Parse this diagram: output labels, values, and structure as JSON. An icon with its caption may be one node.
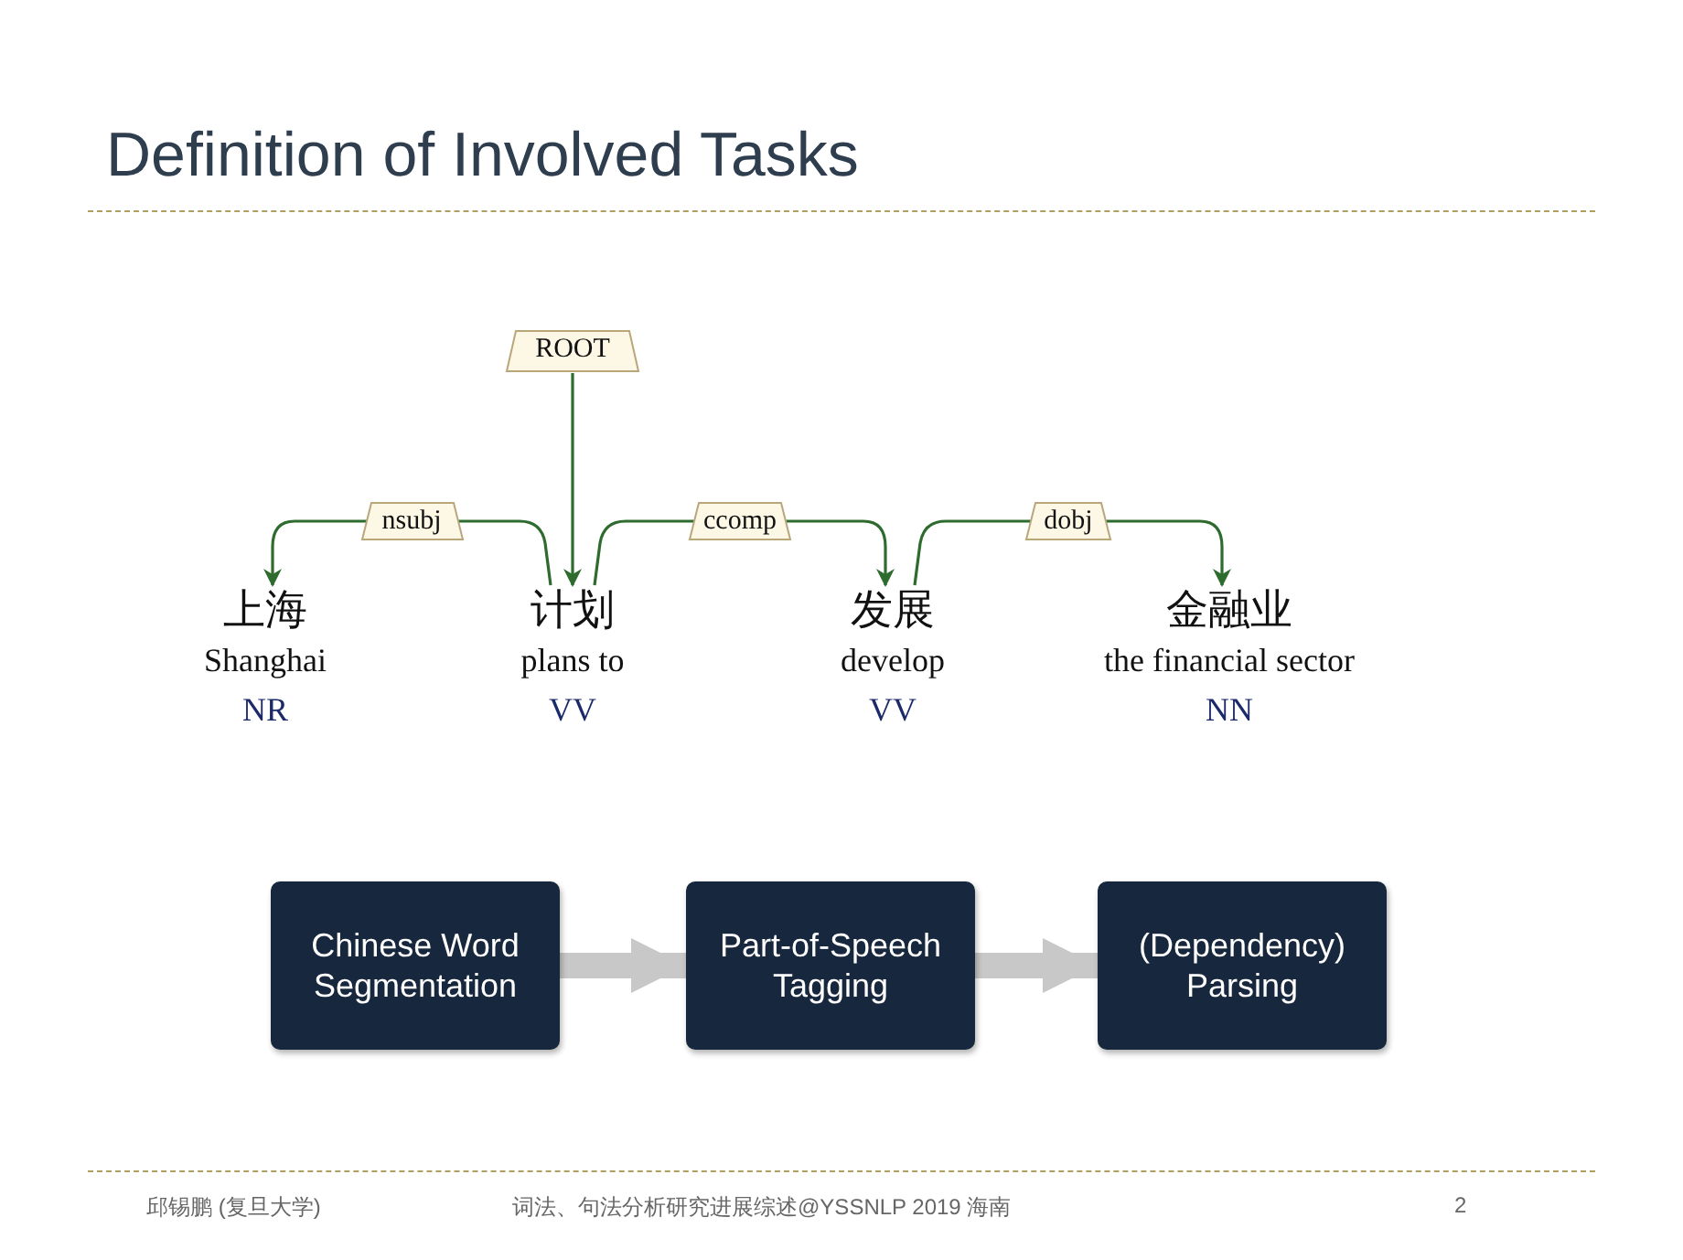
{
  "diagram": {
    "title": "Definition of Involved Tasks",
    "nodes": [
      {
        "text": [
          "ROOT"
        ]
      },
      {
        "text": [
          "上海",
          "Shanghai",
          "NR"
        ]
      },
      {
        "text": [
          "计划",
          "plans to",
          "VV"
        ]
      },
      {
        "text": [
          "发展",
          "develop",
          "VV"
        ]
      },
      {
        "text": [
          "金融业",
          "the financial sector",
          "NN"
        ]
      },
      {
        "text": [
          "Chinese Word Segmentation"
        ]
      },
      {
        "text": [
          "Part-of-Speech Tagging"
        ]
      },
      {
        "text": [
          "(Dependency) Parsing"
        ]
      }
    ],
    "edges": [
      {
        "from": 0,
        "to": 2,
        "arrow": "to"
      },
      {
        "from": 2,
        "to": 1,
        "label": "nsubj",
        "arrow": "to"
      },
      {
        "from": 2,
        "to": 3,
        "label": "ccomp",
        "arrow": "to"
      },
      {
        "from": 3,
        "to": 4,
        "label": "dobj",
        "arrow": "to"
      },
      {
        "from": 5,
        "to": 6,
        "arrow": "to",
        "style": "thick",
        "color": "#c8c8c8"
      },
      {
        "from": 6,
        "to": 7,
        "arrow": "to",
        "style": "thick",
        "color": "#c8c8c8"
      }
    ],
    "labels": [
      "邱锡鹏 (复旦大学)",
      "词法、句法分析研究进展综述@YSSNLP 2019 海南",
      "2"
    ]
  }
}
